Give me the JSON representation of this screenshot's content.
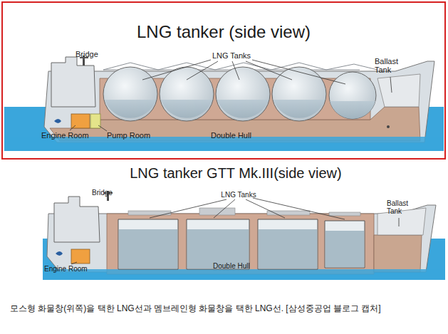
{
  "diagram": {
    "caption": "모스형 화물창(위쪽)을 택한 LNG선과 멤브레인형 화물창을 택한 LNG선. [삼성중공업 블로그 캡처]",
    "labels": [
      "LNG tanker (side view)",
      "Bridge",
      "LNG Tanks",
      "Ballast Tank",
      "Engine Room",
      "Pump Room",
      "Double Hull",
      "LNG tanker GTT Mk.III(side view)",
      "Bridge",
      "LNG Tanks",
      "Ballast Tank",
      "Engine Room",
      "Double Hull"
    ]
  }
}
